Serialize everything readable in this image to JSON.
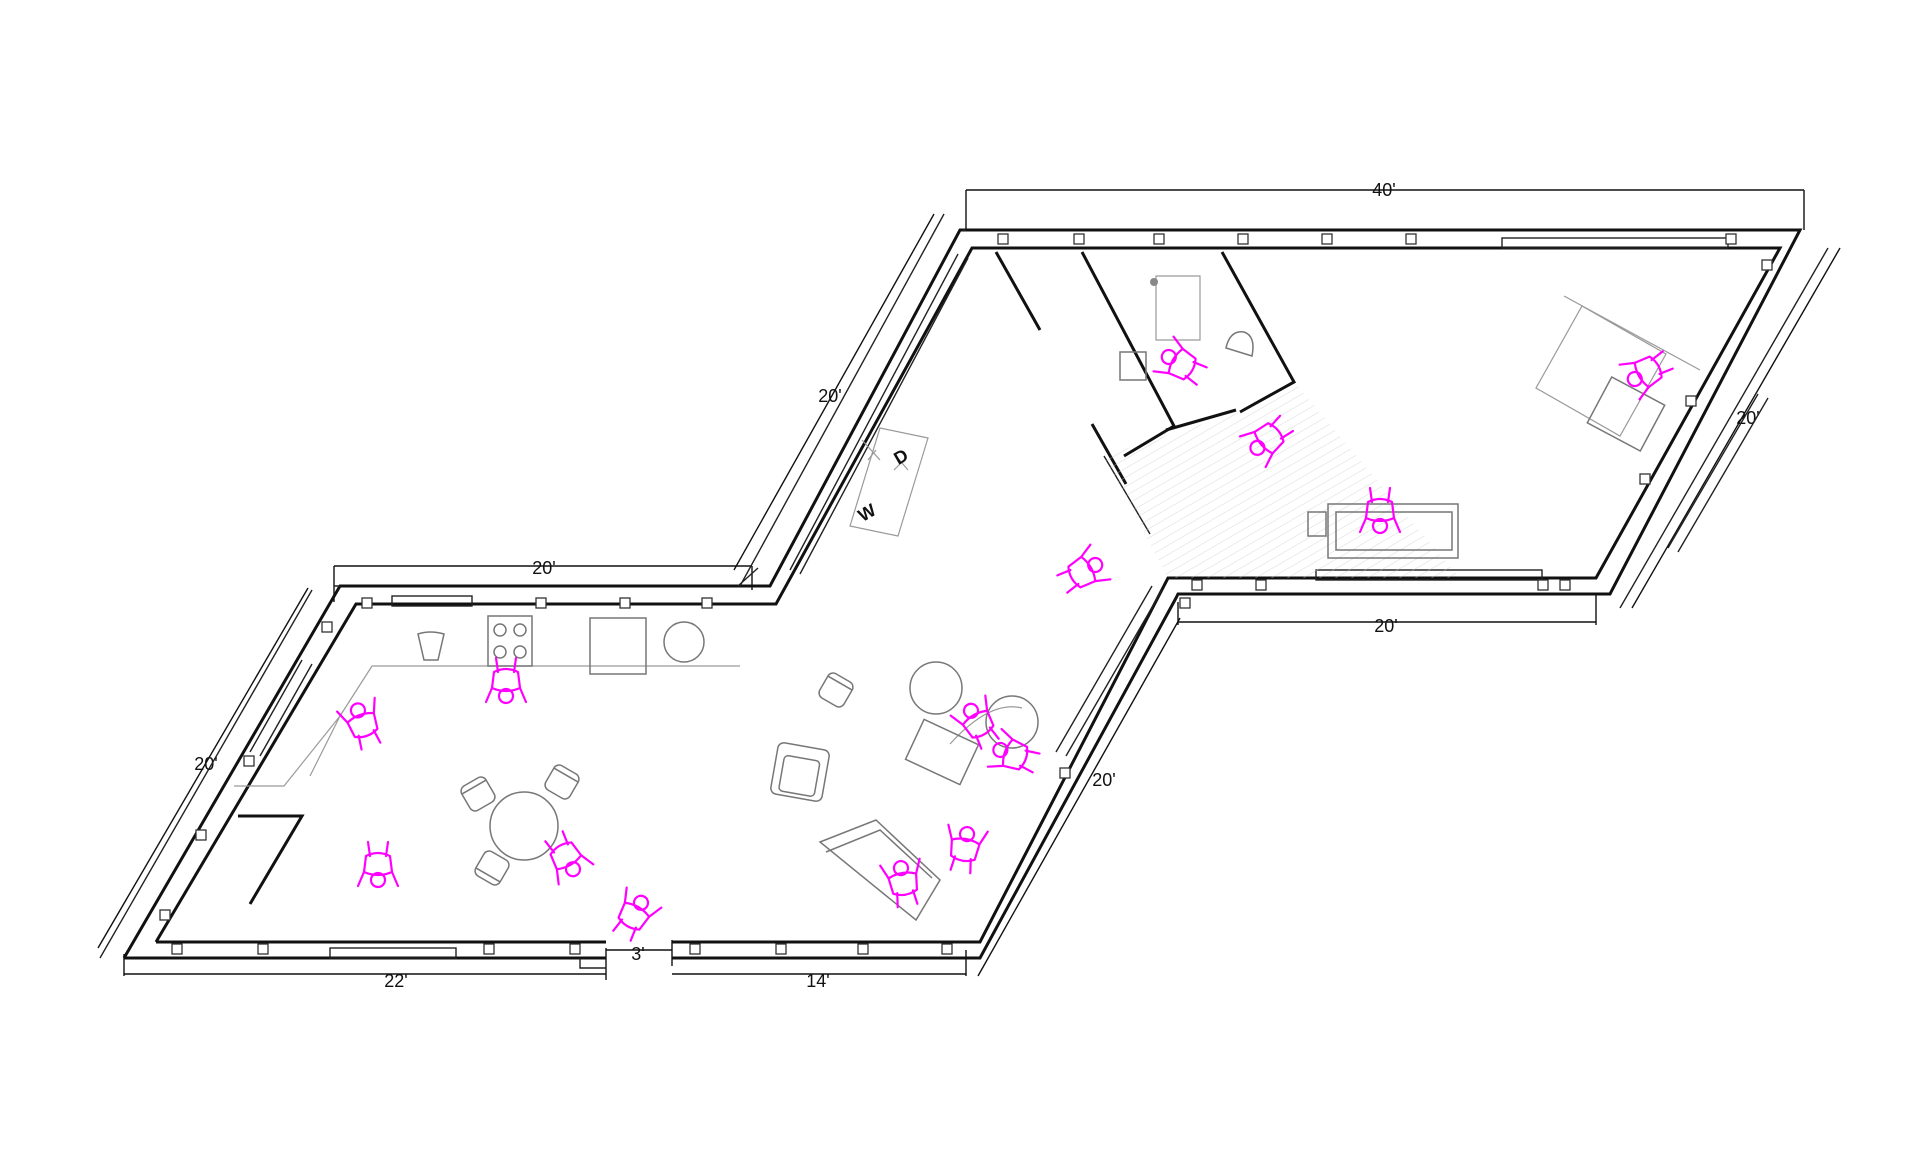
{
  "dimensions": {
    "top_40": "40'",
    "right_20": "20'",
    "mid_right_20": "20'",
    "middle_diag_20": "20'",
    "upper_left_20": "20'",
    "left_20": "20'",
    "lower_right_diag_20": "20'",
    "bottom_22": "22'",
    "bottom_3": "3'",
    "bottom_14": "14'"
  },
  "labels": {
    "washer": "W",
    "dryer": "D"
  },
  "colors": {
    "walls": "#111111",
    "people": "#ff00ff",
    "furniture": "#777777"
  }
}
